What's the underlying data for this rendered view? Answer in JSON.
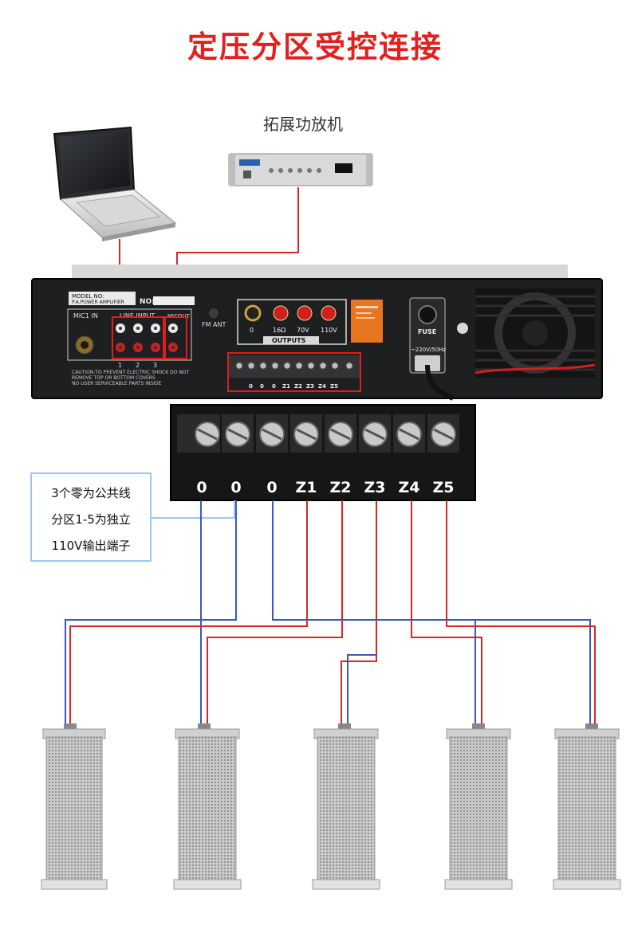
{
  "title": "定压分区受控连接",
  "extension_amp_label": "拓展功放机",
  "note": {
    "line1": "3个零为公共线",
    "line2": "分区1-5为独立",
    "line3": "110V输出端子"
  },
  "amp_panel": {
    "model_no": "MODEL NO:",
    "model_name": "P.A.POWER AMPLIFIER",
    "no_label": "NO:",
    "mic_in": "MIC1 IN",
    "line_input": "LINE INPUT",
    "mic_out": "MICOUT",
    "line_nums": [
      "1",
      "2",
      "3"
    ],
    "fm_ant": "FM ANT",
    "outputs": "OUTPUTS",
    "output_taps": [
      "0",
      "16Ω",
      "70V",
      "110V"
    ],
    "fuse": "FUSE",
    "power_spec": "~220V/50Hz",
    "caution": [
      "CAUTION:TO PREVENT ELECTRIC SHOCK DO NOT",
      "REMOVE TOP OR BOTTOM COVERS",
      "NO USER SERVICEABLE PARTS INSIDE"
    ],
    "small_terminals": [
      "0",
      "0",
      "0",
      "Z1",
      "Z2",
      "Z3",
      "Z4",
      "Z5"
    ]
  },
  "terminal_block": {
    "labels": [
      "0",
      "0",
      "0",
      "Z1",
      "Z2",
      "Z3",
      "Z4",
      "Z5"
    ]
  },
  "colors": {
    "title": "#e41f1f",
    "wire_red": "#d6282b",
    "wire_blue": "#3a57c4",
    "highlight": "#e21b1b"
  }
}
